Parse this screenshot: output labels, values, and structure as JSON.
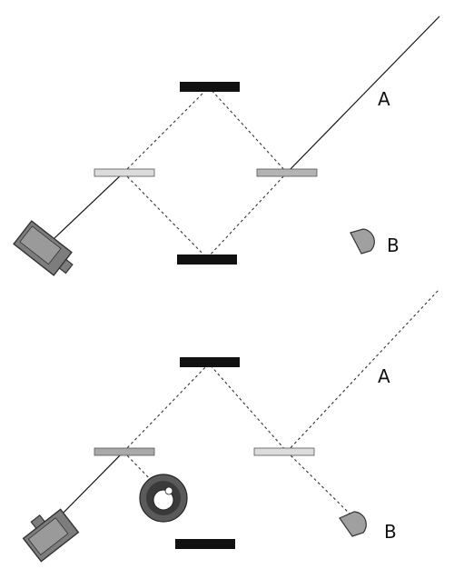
{
  "panels": [
    {
      "id": "top",
      "detector_labels": {
        "a": "A",
        "b": "B"
      },
      "has_obstacle": false
    },
    {
      "id": "bottom",
      "detector_labels": {
        "a": "A",
        "b": "B"
      },
      "has_obstacle": true
    }
  ],
  "colors": {
    "mirror": "#111111",
    "beam_splitter_light": "#dcdcdc",
    "beam_splitter_dark": "#a9a9a9",
    "laser_body": "#8a8a8a",
    "detector_fill": "#a0a0a0",
    "beam_solid": "#111111",
    "beam_dashed": "#333333",
    "obstacle_ring": "#4a4a4a"
  }
}
